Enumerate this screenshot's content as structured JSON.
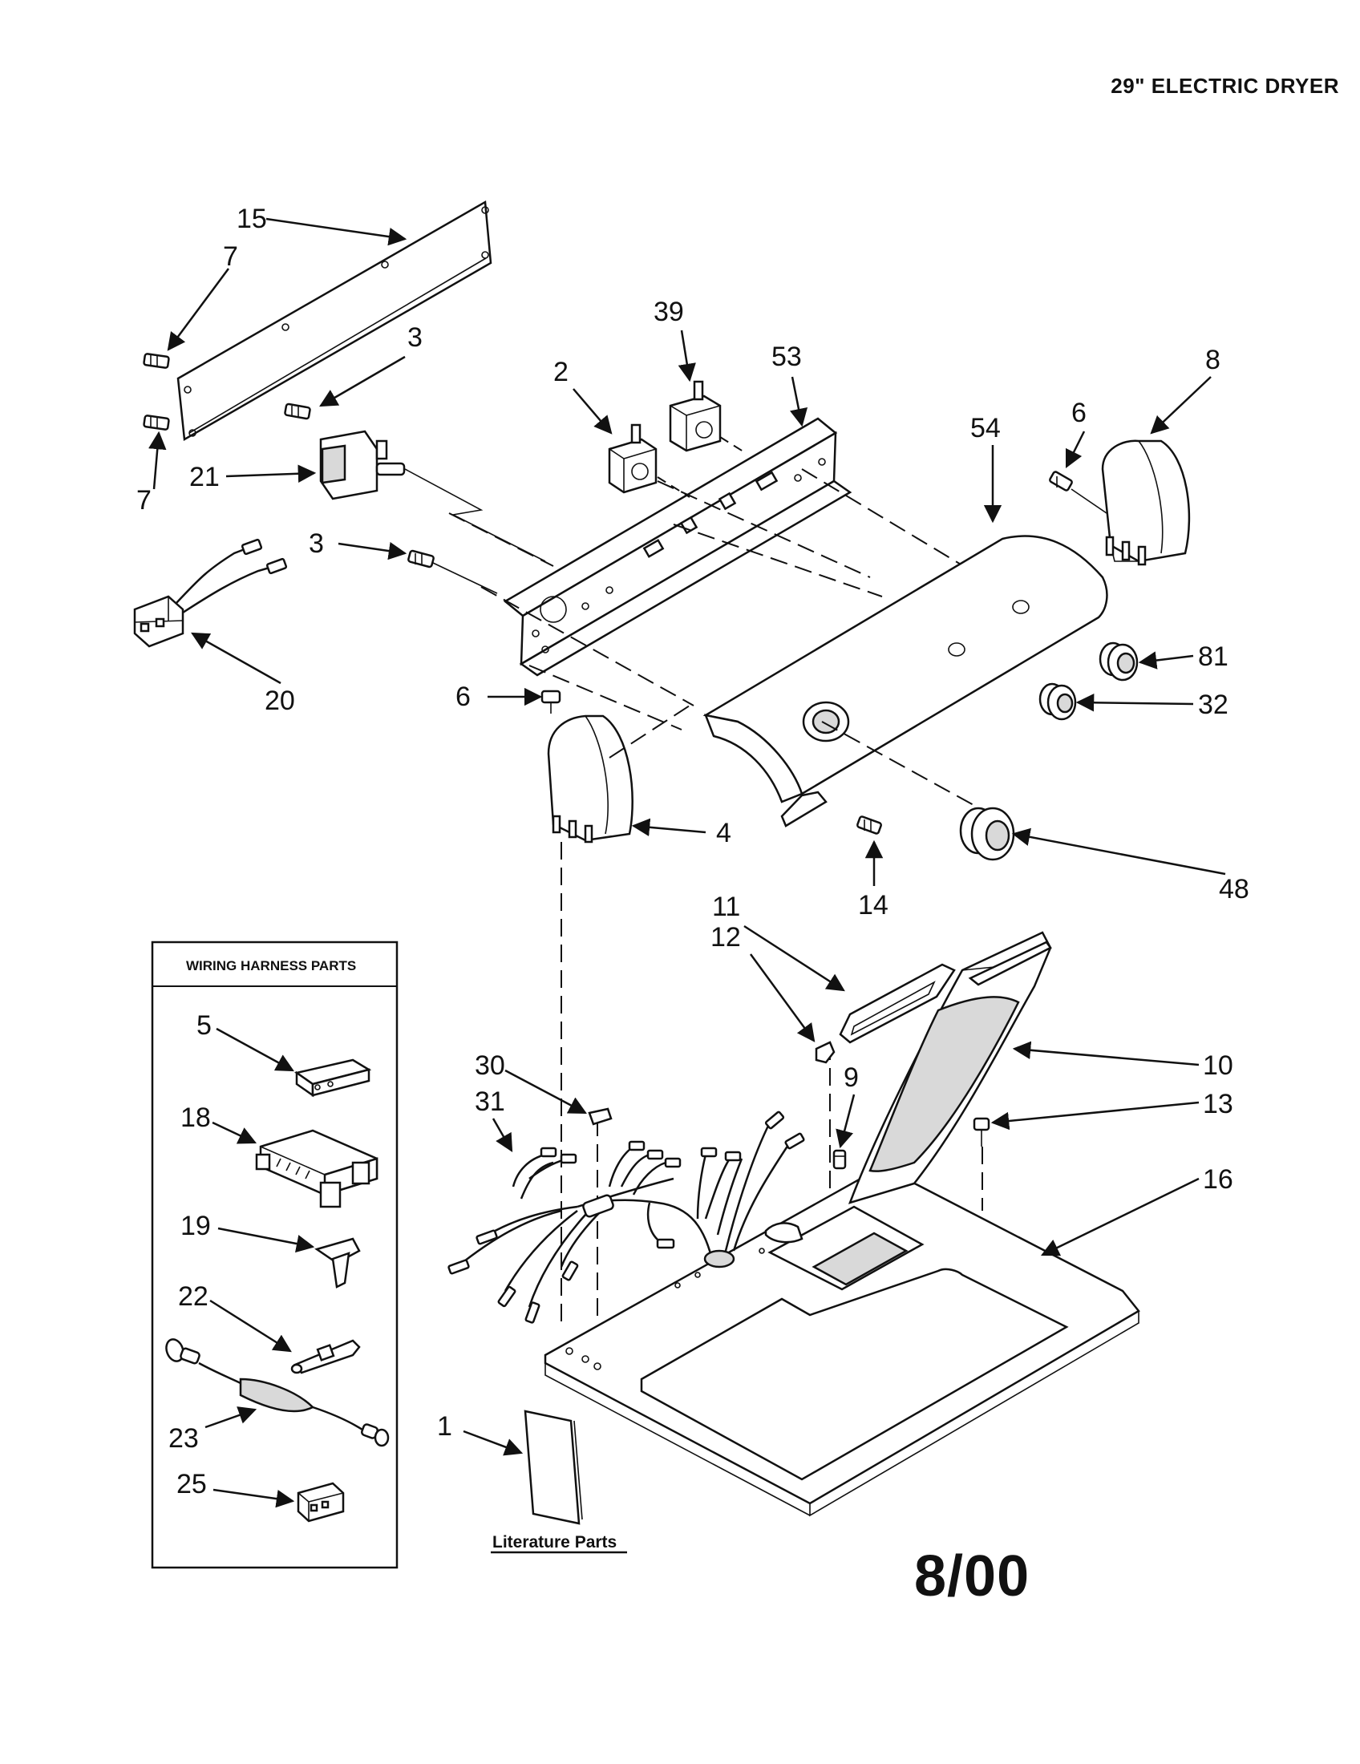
{
  "header": {
    "title": "29\" ELECTRIC DRYER",
    "date_code": "8/00"
  },
  "callouts": {
    "c15": "15",
    "c7a": "7",
    "c7b": "7",
    "c3a": "3",
    "c3b": "3",
    "c21": "21",
    "c20": "20",
    "c2": "2",
    "c39": "39",
    "c53": "53",
    "c54": "54",
    "c6a": "6",
    "c8": "8",
    "c81": "81",
    "c32": "32",
    "c6b": "6",
    "c4": "4",
    "c14": "14",
    "c48": "48",
    "c11": "11",
    "c12": "12",
    "c10": "10",
    "c9": "9",
    "c13": "13",
    "c16": "16",
    "c30": "30",
    "c31": "31",
    "c1": "1",
    "c5": "5",
    "c18": "18",
    "c19": "19",
    "c22": "22",
    "c23": "23",
    "c25": "25"
  },
  "wiring_box": {
    "title": "WIRING HARNESS PARTS"
  },
  "literature": {
    "label": "Literature Parts"
  }
}
